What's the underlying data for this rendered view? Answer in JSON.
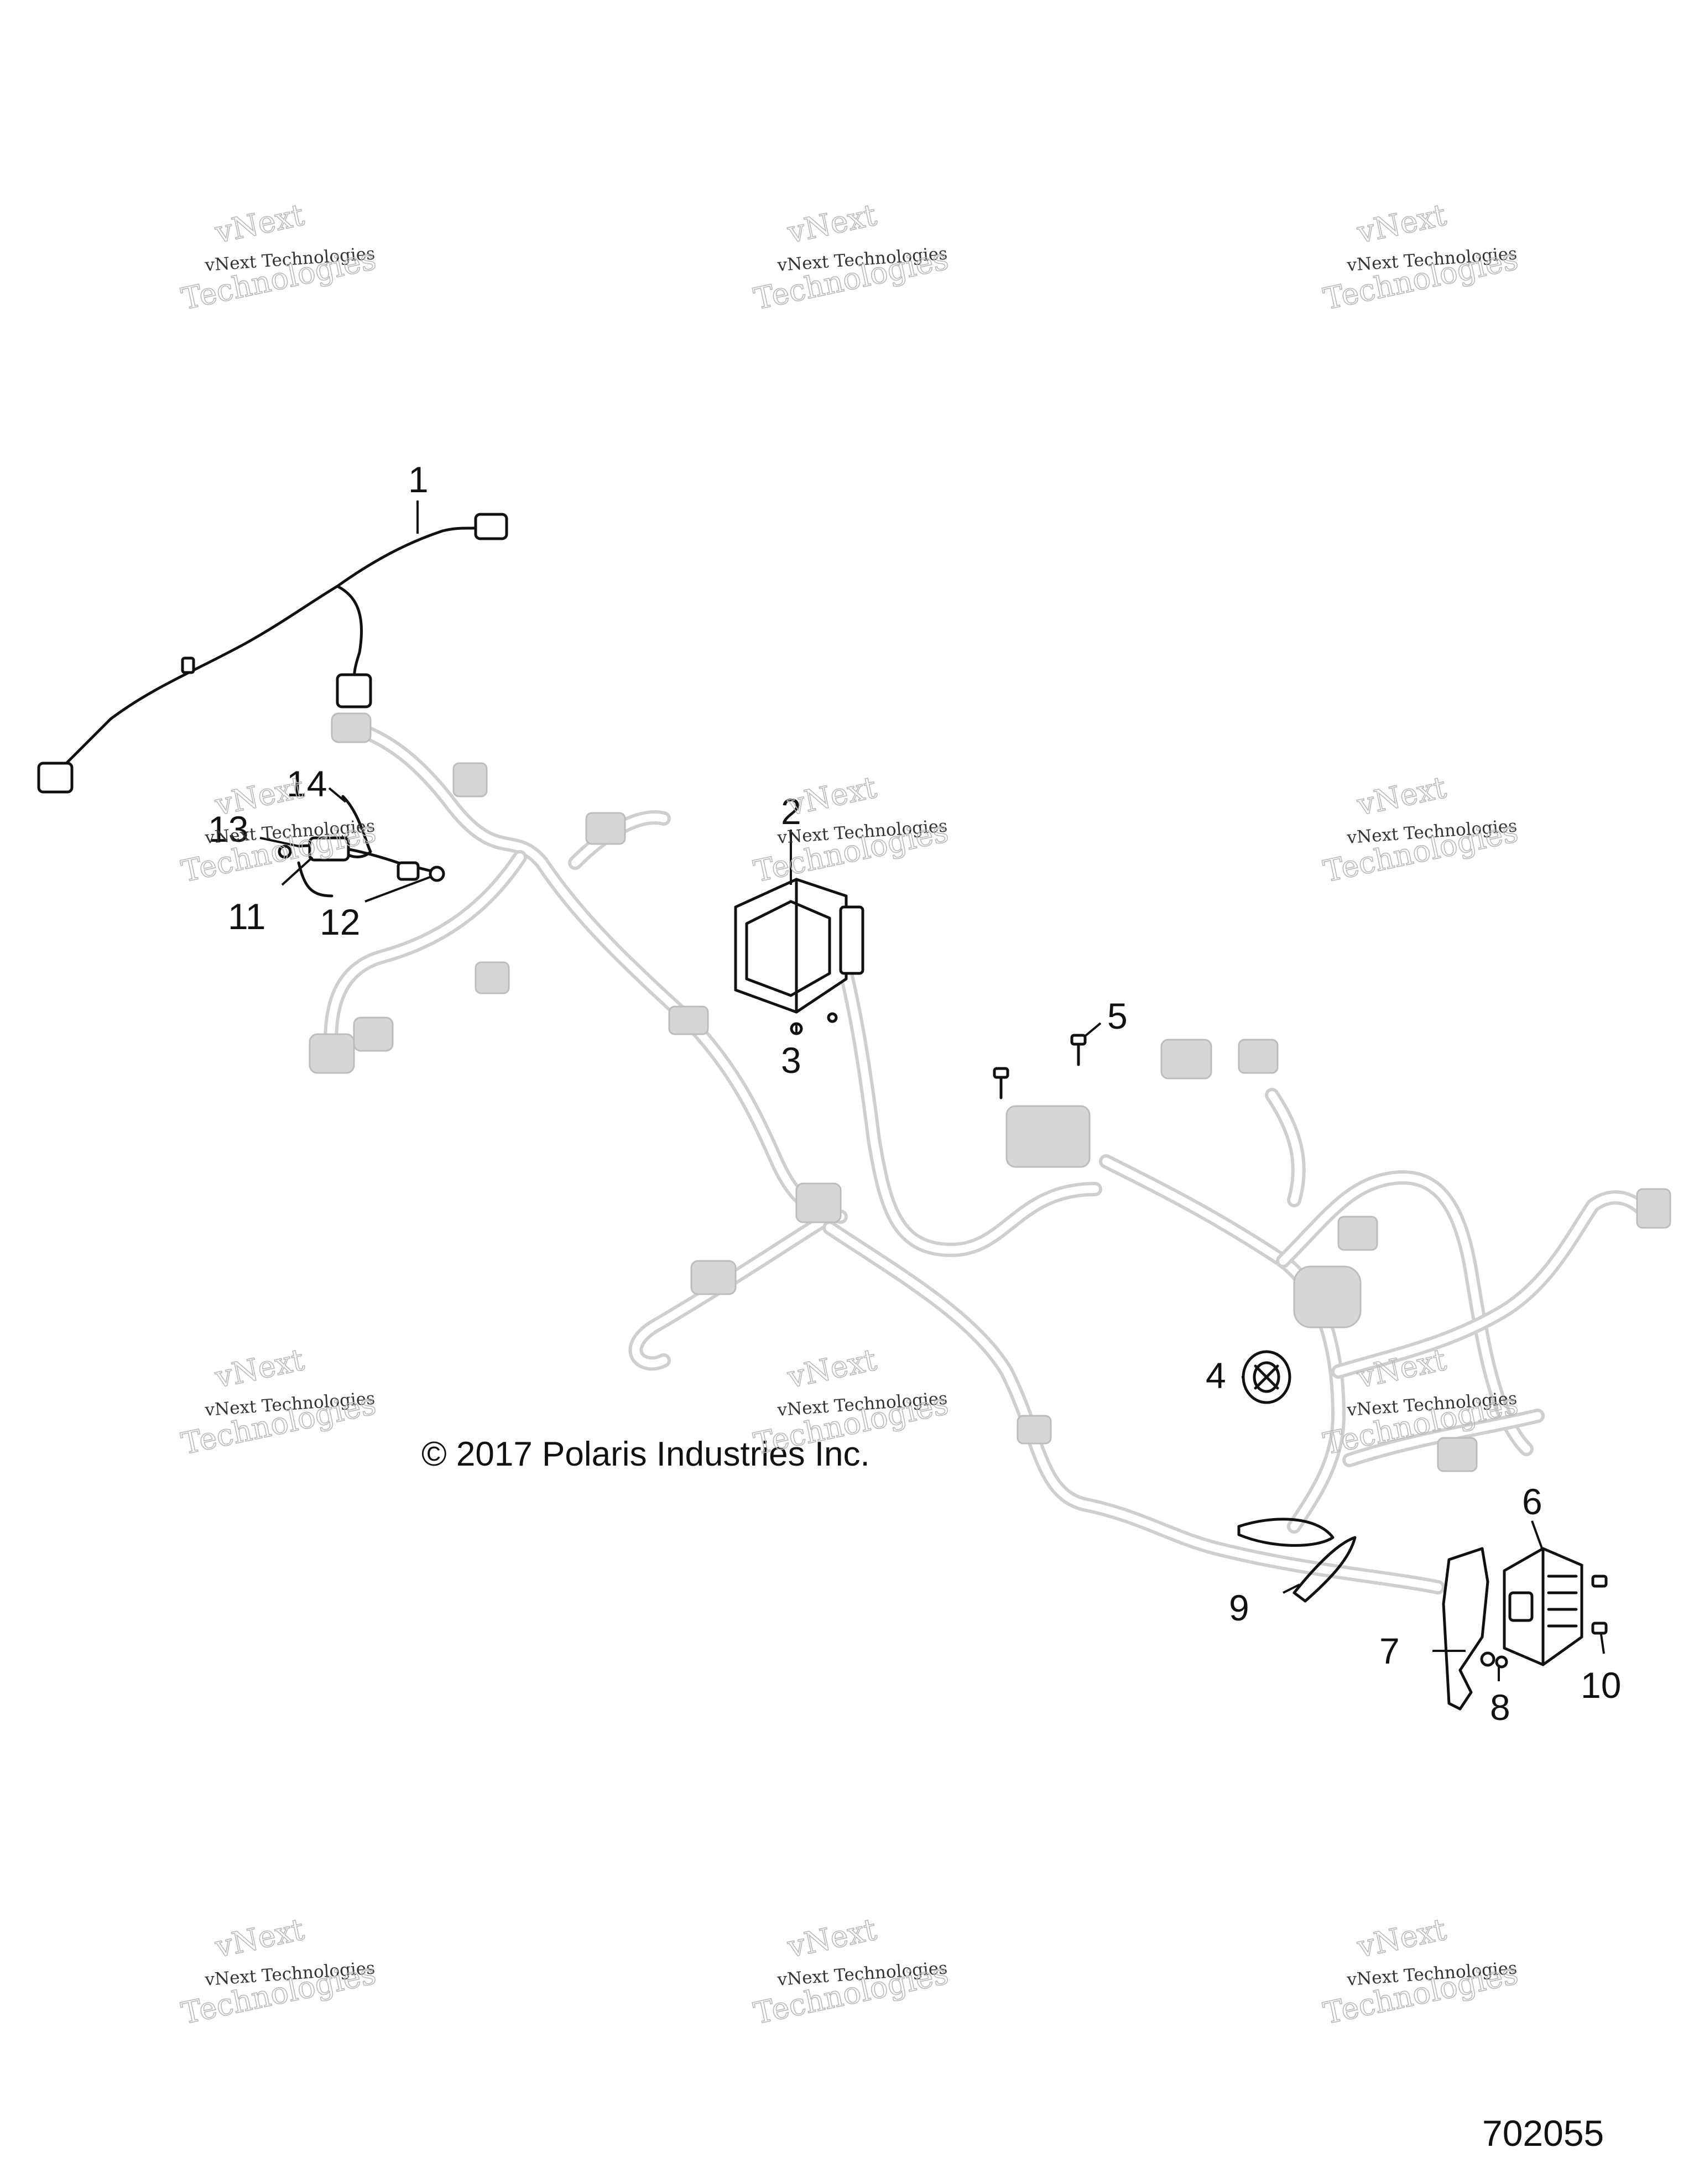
{
  "watermark": {
    "line1": "vNext Technologies",
    "line2": "vNext",
    "line3": "Technologies"
  },
  "callouts": [
    "1",
    "2",
    "3",
    "4",
    "5",
    "6",
    "7",
    "8",
    "9",
    "10",
    "11",
    "12",
    "13",
    "14"
  ],
  "copyright": "© 2017 Polaris Industries Inc.",
  "diagram_number": "702055"
}
